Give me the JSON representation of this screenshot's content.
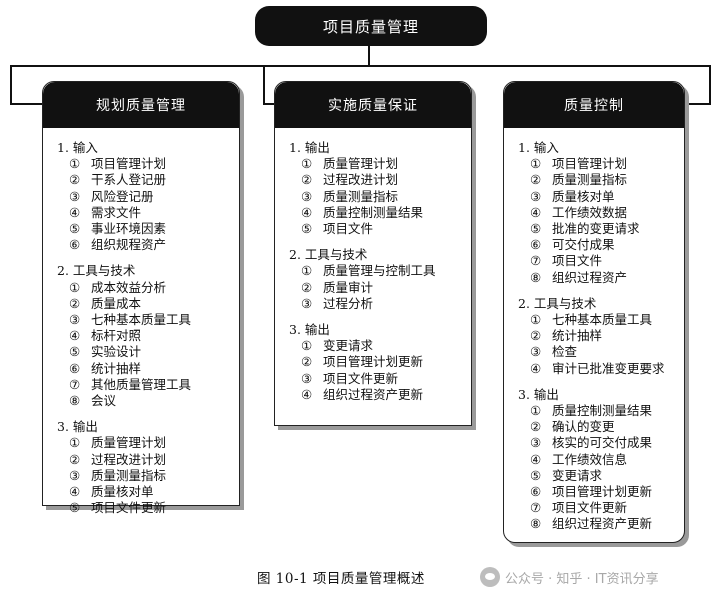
{
  "root": {
    "title": "项目质量管理"
  },
  "processes": [
    {
      "title": "规划质量管理",
      "sections": [
        {
          "title": "1. 输入",
          "items": [
            {
              "num": "①",
              "text": "项目管理计划"
            },
            {
              "num": "②",
              "text": "干系人登记册"
            },
            {
              "num": "③",
              "text": "风险登记册"
            },
            {
              "num": "④",
              "text": "需求文件"
            },
            {
              "num": "⑤",
              "text": "事业环境因素"
            },
            {
              "num": "⑥",
              "text": "组织规程资产"
            }
          ]
        },
        {
          "title": "2. 工具与技术",
          "items": [
            {
              "num": "①",
              "text": "成本效益分析"
            },
            {
              "num": "②",
              "text": "质量成本"
            },
            {
              "num": "③",
              "text": "七种基本质量工具"
            },
            {
              "num": "④",
              "text": "标杆对照"
            },
            {
              "num": "⑤",
              "text": "实验设计"
            },
            {
              "num": "⑥",
              "text": "统计抽样"
            },
            {
              "num": "⑦",
              "text": "其他质量管理工具"
            },
            {
              "num": "⑧",
              "text": "会议"
            }
          ]
        },
        {
          "title": "3. 输出",
          "items": [
            {
              "num": "①",
              "text": "质量管理计划"
            },
            {
              "num": "②",
              "text": "过程改进计划"
            },
            {
              "num": "③",
              "text": "质量测量指标"
            },
            {
              "num": "④",
              "text": "质量核对单"
            },
            {
              "num": "⑤",
              "text": "项目文件更新"
            }
          ]
        }
      ]
    },
    {
      "title": "实施质量保证",
      "sections": [
        {
          "title": "1. 输出",
          "items": [
            {
              "num": "①",
              "text": "质量管理计划"
            },
            {
              "num": "②",
              "text": "过程改进计划"
            },
            {
              "num": "③",
              "text": "质量测量指标"
            },
            {
              "num": "④",
              "text": "质量控制测量结果"
            },
            {
              "num": "⑤",
              "text": "项目文件"
            }
          ]
        },
        {
          "title": "2. 工具与技术",
          "items": [
            {
              "num": "①",
              "text": "质量管理与控制工具"
            },
            {
              "num": "②",
              "text": "质量审计"
            },
            {
              "num": "③",
              "text": "过程分析"
            }
          ]
        },
        {
          "title": "3. 输出",
          "items": [
            {
              "num": "①",
              "text": "变更请求"
            },
            {
              "num": "②",
              "text": "项目管理计划更新"
            },
            {
              "num": "③",
              "text": "项目文件更新"
            },
            {
              "num": "④",
              "text": "组织过程资产更新"
            }
          ]
        }
      ]
    },
    {
      "title": "质量控制",
      "sections": [
        {
          "title": "1. 输入",
          "items": [
            {
              "num": "①",
              "text": "项目管理计划"
            },
            {
              "num": "②",
              "text": "质量测量指标"
            },
            {
              "num": "③",
              "text": "质量核对单"
            },
            {
              "num": "④",
              "text": "工作绩效数据"
            },
            {
              "num": "⑤",
              "text": "批准的变更请求"
            },
            {
              "num": "⑥",
              "text": "可交付成果"
            },
            {
              "num": "⑦",
              "text": "项目文件"
            },
            {
              "num": "⑧",
              "text": "组织过程资产"
            }
          ]
        },
        {
          "title": "2. 工具与技术",
          "items": [
            {
              "num": "①",
              "text": "七种基本质量工具"
            },
            {
              "num": "②",
              "text": "统计抽样"
            },
            {
              "num": "③",
              "text": "检查"
            },
            {
              "num": "④",
              "text": "审计已批准变更要求"
            }
          ]
        },
        {
          "title": "3. 输出",
          "items": [
            {
              "num": "①",
              "text": "质量控制测量结果"
            },
            {
              "num": "②",
              "text": "确认的变更"
            },
            {
              "num": "③",
              "text": "核实的可交付成果"
            },
            {
              "num": "④",
              "text": "工作绩效信息"
            },
            {
              "num": "⑤",
              "text": "变更请求"
            },
            {
              "num": "⑥",
              "text": "项目管理计划更新"
            },
            {
              "num": "⑦",
              "text": "项目文件更新"
            },
            {
              "num": "⑧",
              "text": "组织过程资产更新"
            }
          ]
        }
      ]
    }
  ],
  "caption": "图 10-1   项目质量管理概述",
  "watermark": "公众号 · 知乎 · IT资讯分享"
}
